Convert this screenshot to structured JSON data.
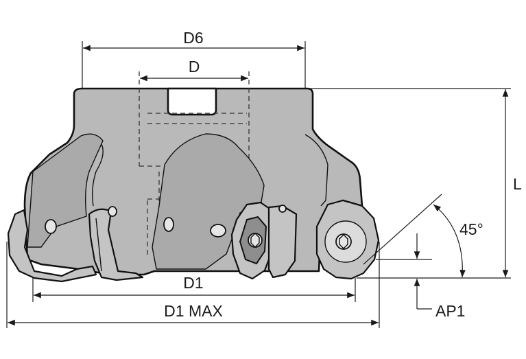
{
  "labels": {
    "d6": "D6",
    "d": "D",
    "l": "L",
    "angle": "45°",
    "d1": "D1",
    "d1max": "D1 MAX",
    "ap1": "AP1"
  }
}
